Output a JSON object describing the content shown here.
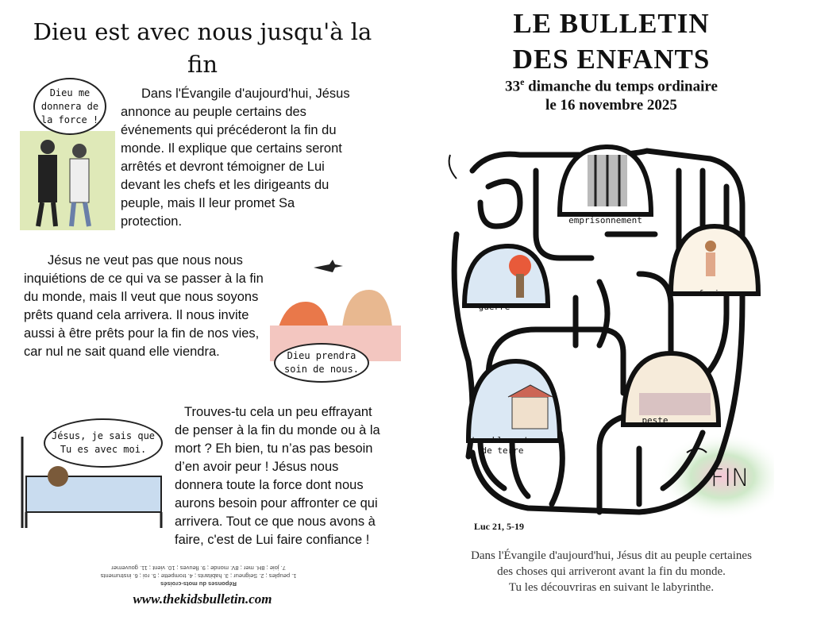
{
  "left": {
    "title": "Dieu est avec nous jusqu'à la fin",
    "para1": "Dans l'Évangile d'aujourd'hui, Jésus annonce au peuple certains des événements qui précéderont la fin du monde. Il explique que certains seront arrêtés et devront témoigner de Lui devant les chefs et les dirigeants du peuple, mais Il leur promet Sa protection.",
    "para2": "Jésus ne veut pas que nous nous inquiétions de ce qui va se passer à la fin du monde, mais Il veut que nous soyons prêts quand cela arrivera. Il nous invite aussi à être prêts pour la fin de nos vies, car nul ne sait quand elle viendra.",
    "para3": "Trouves-tu cela un peu effrayant de penser à la fin du monde ou à la mort ? Eh bien, tu n’as pas besoin d’en avoir peur ! Jésus nous donnera toute la force dont nous aurons besoin pour affronter ce qui arrivera. Tout ce que nous avons à faire, c'est de Lui faire confiance !",
    "bubble1": "Dieu me donnera de la force !",
    "bubble2": "Dieu prendra soin de nous.",
    "bubble3": "Jésus, je sais que Tu es avec moi.",
    "answers_title": "Réponses du mots-croisés",
    "answers_line1": "1. peuples ; 2. Seigneur ; 3. habitants ; 4. trompette ; 5. roi ; 6. instruments",
    "answers_line2": "7. joie ; 8H. mer ; 8V. monde ; 9. fleuves ; 10. vient ; 11. gouverner",
    "website": "www.thekidsbulletin.com"
  },
  "right": {
    "title1": "LE BULLETIN",
    "title2": "DES ENFANTS",
    "sunday_num": "33",
    "sunday_sup": "e",
    "sunday_rest": " dimanche du temps ordinaire",
    "date": "le 16 novembre 2025",
    "maze_labels": {
      "prison": "emprisonnement",
      "war": "guerre",
      "famine": "famine",
      "plague": "peste",
      "earthquake": "tremblements de terre",
      "end": "FIN"
    },
    "reference": "Luc 21, 5-19",
    "caption1": "Dans l'Évangile d'aujourd'hui, Jésus dit au peuple certaines",
    "caption2": "des choses qui arriveront avant la fin du monde.",
    "caption3": "Tu les découvriras en suivant le labyrinthe."
  }
}
